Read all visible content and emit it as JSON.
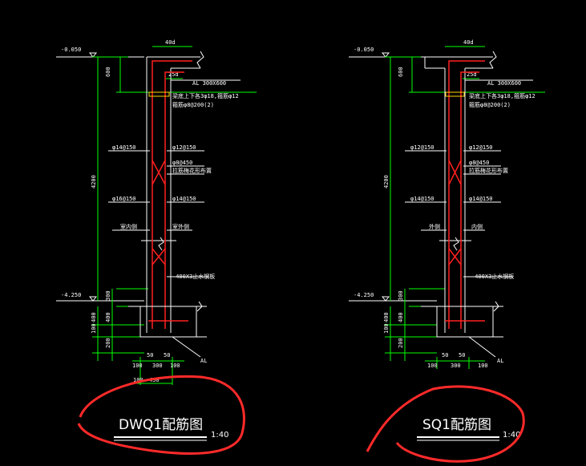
{
  "colors": {
    "background": "#000000",
    "dimension": "#00ff00",
    "outline": "#ffffff",
    "rebar": "#ff2020",
    "hatch": "#ffd400",
    "annotation": "#ff2a2a"
  },
  "left": {
    "level_top": "-0.050",
    "level_bottom": "-4.250",
    "dim_40d": "40d",
    "dim_25d": "25d",
    "beam_label": "AL 300X600",
    "beam_note_1": "梁底上下各3φ18,箍筋φ12",
    "beam_note_2": "箍筋φ8@200(2)",
    "dim_600": "600",
    "dim_4200": "4200",
    "dim_300": "300",
    "dim_400": "400",
    "dim_100": "100",
    "dim_200": "200",
    "bar_left_1": "φ14@150",
    "bar_right_1": "φ12@150",
    "bar_tie": "φ8@450",
    "tie_note": "拉筋梅花形布置",
    "bar_left_2": "φ16@150",
    "bar_right_2": "φ14@150",
    "side_left": "室内侧",
    "side_right": "室外侧",
    "waterstop": "-400X3止水钢板",
    "base_dims": [
      "100",
      "50",
      "300",
      "50",
      "100"
    ],
    "base_450": "450",
    "base_al": "AL",
    "title": "DWQ1配筋图",
    "scale": "1:40"
  },
  "right": {
    "level_top": "-0.050",
    "level_bottom": "-4.250",
    "dim_40d": "40d",
    "dim_25d": "25d",
    "beam_label": "AL 300X600",
    "beam_note_1": "梁底上下各3φ18,箍筋φ12",
    "beam_note_2": "箍筋φ8@200(2)",
    "dim_600": "600",
    "dim_4200": "4200",
    "dim_300": "300",
    "dim_400": "400",
    "dim_100": "100",
    "dim_200": "200",
    "bar_left_1": "φ12@150",
    "bar_right_1": "φ12@150",
    "bar_tie": "φ8@450",
    "tie_note": "拉筋梅花形布置",
    "bar_left_2": "φ14@150",
    "bar_right_2": "φ14@150",
    "side_left": "外侧",
    "side_right": "内侧",
    "waterstop": "-400X3止水钢板",
    "base_dims": [
      "100",
      "50",
      "300",
      "50",
      "100"
    ],
    "base_al": "AL",
    "title": "SQ1配筋图",
    "scale": "1:40"
  }
}
